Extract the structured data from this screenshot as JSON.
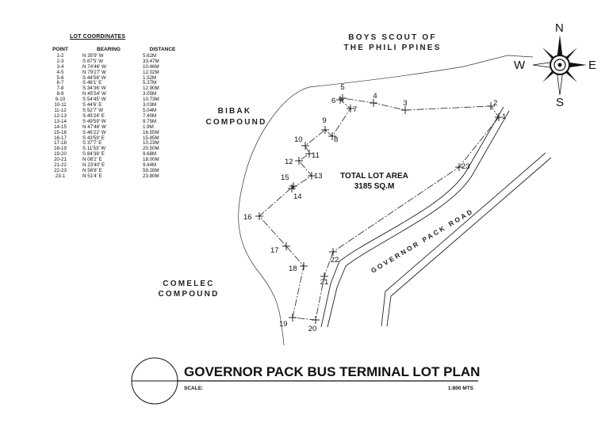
{
  "table": {
    "title": "LOT COORDINATES",
    "headers": {
      "point": "POINT",
      "bearing": "BEARING",
      "distance": "DISTANCE"
    },
    "rows": [
      {
        "point": "1-2",
        "bearing": "N 35'9' W",
        "distance": "5.62M"
      },
      {
        "point": "2-3",
        "bearing": "S 87'5' W",
        "distance": "33.47M"
      },
      {
        "point": "3-4",
        "bearing": "N 74'46' W",
        "distance": "10.46M"
      },
      {
        "point": "4-5",
        "bearing": "N 79'27' W",
        "distance": "12.02M"
      },
      {
        "point": "5-6",
        "bearing": "S 44'58' W",
        "distance": "1.52M"
      },
      {
        "point": "6-7",
        "bearing": "S 46'1' E",
        "distance": "5.37M"
      },
      {
        "point": "7-8",
        "bearing": "S 34'36' W",
        "distance": "12.90M"
      },
      {
        "point": "8-9",
        "bearing": "N 45'54' W",
        "distance": "3.05M"
      },
      {
        "point": "9-10",
        "bearing": "S 54'45' W",
        "distance": "10.73M"
      },
      {
        "point": "10-11",
        "bearing": "S 44'6' E",
        "distance": "3.03M"
      },
      {
        "point": "11-12",
        "bearing": "S 52'7' W",
        "distance": "5.04M"
      },
      {
        "point": "12-13",
        "bearing": "S 45'24' E",
        "distance": "7.40M"
      },
      {
        "point": "13-14",
        "bearing": "S 49'59' W",
        "distance": "9.75M"
      },
      {
        "point": "14-15",
        "bearing": "N 47'46' W",
        "distance": "1.9M"
      },
      {
        "point": "15-16",
        "bearing": "S 46'22' W",
        "distance": "16.55M"
      },
      {
        "point": "16-17",
        "bearing": "S 43'59' E",
        "distance": "15.85M"
      },
      {
        "point": "17-18",
        "bearing": "S 37'7' E",
        "distance": "10.23M"
      },
      {
        "point": "18-19",
        "bearing": "S 11'53' W",
        "distance": "20.50M"
      },
      {
        "point": "19-20",
        "bearing": "S 84'38' E",
        "distance": "9.68M"
      },
      {
        "point": "20-21",
        "bearing": "N 08'2' E",
        "distance": "18.00M"
      },
      {
        "point": "21-22",
        "bearing": "N 23'40' E",
        "distance": "9.44M"
      },
      {
        "point": "22-23",
        "bearing": "N 56'8' E",
        "distance": "59.28M"
      },
      {
        "point": "23-1",
        "bearing": "N 51'4' E",
        "distance": "23.80M"
      }
    ]
  },
  "labels": {
    "boy_scout_line1": "BOYS SCOUT OF",
    "boy_scout_line2": "THE PHILI PPINES",
    "bibak_line1": "BIBAK",
    "bibak_line2": "COMPOUND",
    "comelec_line1": "COMELEC",
    "comelec_line2": "COMPOUND",
    "road": "GOVERNOR PACK ROAD",
    "lot_area_line1": "TOTAL LOT AREA",
    "lot_area_line2": "3185 SQ.M"
  },
  "compass": {
    "n": "N",
    "s": "S",
    "e": "E",
    "w": "W"
  },
  "points": [
    "1",
    "2",
    "3",
    "4",
    "5",
    "6",
    "7",
    "8",
    "9",
    "10",
    "11",
    "12",
    "13",
    "14",
    "15",
    "16",
    "17",
    "18",
    "19",
    "20",
    "21",
    "22",
    "23"
  ],
  "title_block": {
    "title": "GOVERNOR PACK BUS TERMINAL LOT PLAN",
    "scale_label": "SCALE:",
    "scale_value": "1:800 MTS"
  }
}
